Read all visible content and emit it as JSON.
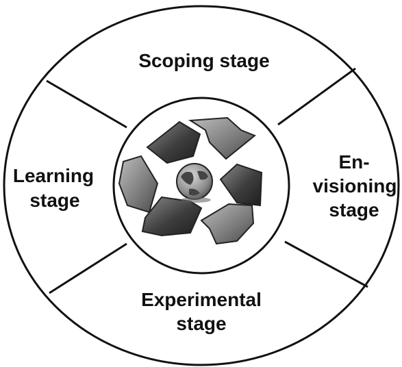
{
  "diagram": {
    "stages": {
      "scoping": "Scoping stage",
      "envisioning_line1": "En-",
      "envisioning_line2": "visioning",
      "envisioning_line3": "stage",
      "experimental_line1": "Experimental",
      "experimental_line2": "stage",
      "learning_line1": "Learning",
      "learning_line2": "stage"
    },
    "center_icon": "recycle-globe-icon",
    "colors": {
      "line": "#111111",
      "background": "#ffffff"
    }
  }
}
